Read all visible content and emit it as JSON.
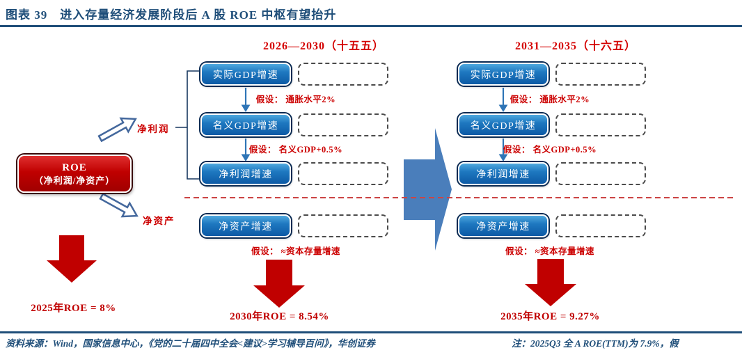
{
  "title": "图表 39　进入存量经济发展阶段后 A 股 ROE 中枢有望抬升",
  "root": {
    "line1": "ROE",
    "line2": "（净利润/净资产）",
    "baseline_result": "2025年ROE = 8%"
  },
  "branches": {
    "profit_label": "净利润",
    "assets_label": "净资产"
  },
  "periods": [
    {
      "header": "2026—2030（十五五）",
      "boxes": [
        "实际GDP增速",
        "名义GDP增速",
        "净利润增速",
        "净资产增速"
      ],
      "assumptions": [
        "假设： 通胀水平2%",
        "假设： 名义GDP+0.5%",
        "假设： ≈资本存量增速"
      ],
      "result": "2030年ROE = 8.54%"
    },
    {
      "header": "2031—2035（十六五）",
      "boxes": [
        "实际GDP增速",
        "名义GDP增速",
        "净利润增速",
        "净资产增速"
      ],
      "assumptions": [
        "假设： 通胀水平2%",
        "假设： 名义GDP+0.5%",
        "假设： ≈资本存量增速"
      ],
      "result": "2035年ROE = 9.27%"
    }
  ],
  "footer": {
    "source": "资料来源：Wind，国家信息中心，《党的二十届四中全会<建议>学习辅导百问》，华创证券",
    "note": "注：2025Q3 全 A ROE(TTM)为 7.9%，假"
  },
  "colors": {
    "title_blue": "#1F4E79",
    "box_blue": "#1E78C0",
    "accent_red": "#C00000",
    "big_arrow_blue": "#4A7EBB",
    "dashed_separator_red": "#CC4444"
  }
}
